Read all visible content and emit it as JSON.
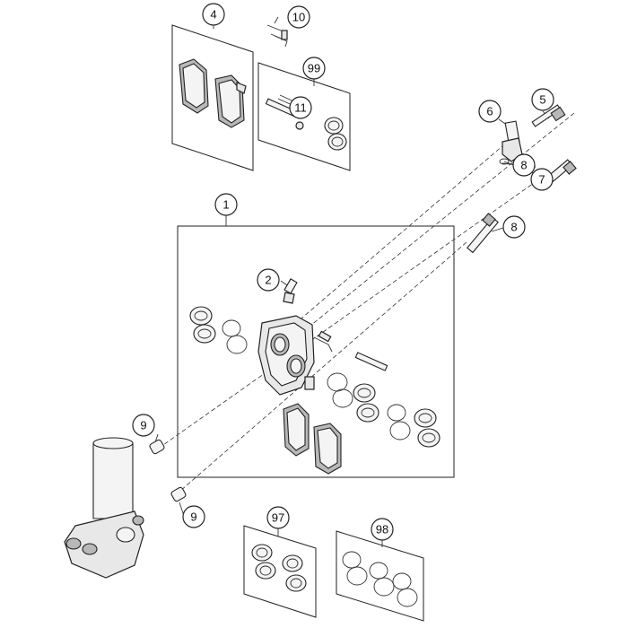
{
  "callouts": [
    {
      "id": "c1",
      "label": "1"
    },
    {
      "id": "c2",
      "label": "2"
    },
    {
      "id": "c4",
      "label": "4"
    },
    {
      "id": "c5",
      "label": "5"
    },
    {
      "id": "c6",
      "label": "6"
    },
    {
      "id": "c7",
      "label": "7"
    },
    {
      "id": "c8a",
      "label": "8"
    },
    {
      "id": "c8b",
      "label": "8"
    },
    {
      "id": "c9a",
      "label": "9"
    },
    {
      "id": "c9b",
      "label": "9"
    },
    {
      "id": "c10",
      "label": "10"
    },
    {
      "id": "c11",
      "label": "11"
    },
    {
      "id": "c97",
      "label": "97"
    },
    {
      "id": "c98",
      "label": "98"
    },
    {
      "id": "c99",
      "label": "99"
    }
  ]
}
